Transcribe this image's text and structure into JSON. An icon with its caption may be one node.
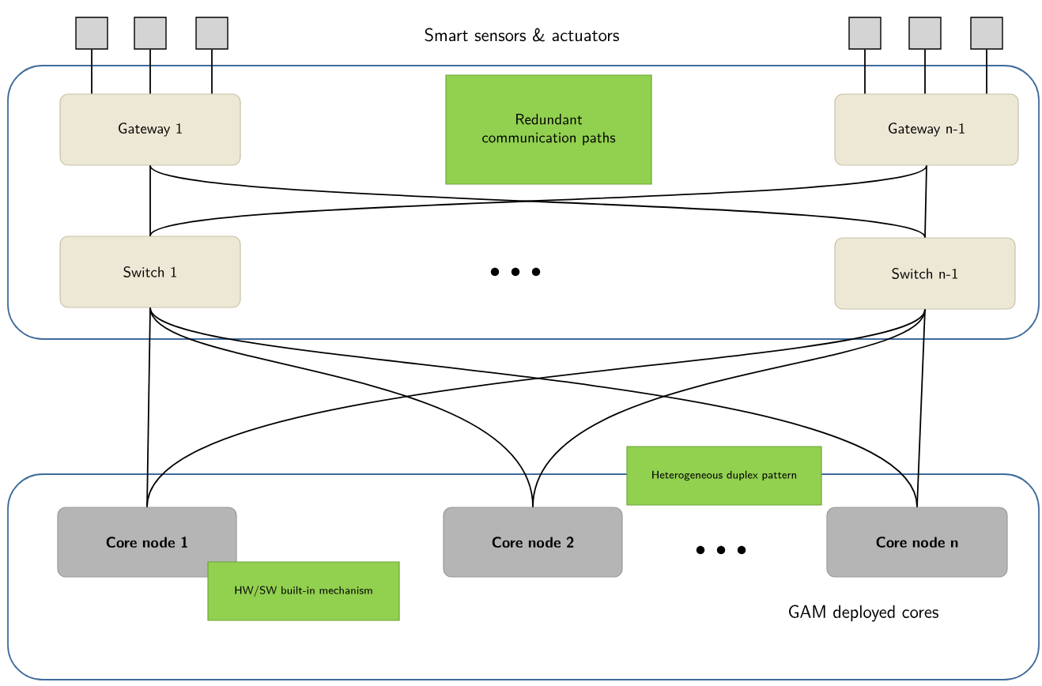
{
  "diagram": {
    "nodes": [
      {
        "text": [
          "Smart sensors & actuators"
        ]
      },
      {
        "text": [],
        "shape": "box"
      },
      {
        "text": [],
        "shape": "box"
      },
      {
        "text": [],
        "shape": "box"
      },
      {
        "text": [],
        "shape": "box"
      },
      {
        "text": [],
        "shape": "box"
      },
      {
        "text": [],
        "shape": "box"
      },
      {
        "text": [
          "Gateway 1"
        ],
        "in": 0
      },
      {
        "text": [
          "Redundant communication paths"
        ],
        "in": 0
      },
      {
        "text": [
          "Gateway n-1"
        ],
        "in": 0
      },
      {
        "text": [
          "Switch 1"
        ],
        "in": 0
      },
      {
        "text": [
          "Switch n-1"
        ],
        "in": 0
      },
      {
        "text": [
          "Heterogeneous duplex pattern"
        ]
      },
      {
        "text": [
          "GAM deployed cores"
        ]
      },
      {
        "text": [
          "Core node 1"
        ],
        "in": 13
      },
      {
        "text": [
          "HW/SW built-in mechanism"
        ],
        "in": 13
      },
      {
        "text": [
          "Core node 2"
        ],
        "in": 13
      },
      {
        "text": [
          "Core node n"
        ],
        "in": 13
      }
    ],
    "edges": [
      {
        "from": 1,
        "to": 7,
        "arrow": "none"
      },
      {
        "from": 2,
        "to": 7,
        "arrow": "none"
      },
      {
        "from": 3,
        "to": 7,
        "arrow": "none"
      },
      {
        "from": 4,
        "to": 9,
        "arrow": "none"
      },
      {
        "from": 5,
        "to": 9,
        "arrow": "none"
      },
      {
        "from": 6,
        "to": 9,
        "arrow": "none"
      },
      {
        "from": 7,
        "to": 10,
        "arrow": "none"
      },
      {
        "from": 7,
        "to": 11,
        "arrow": "none"
      },
      {
        "from": 9,
        "to": 10,
        "arrow": "none"
      },
      {
        "from": 9,
        "to": 11,
        "arrow": "none"
      },
      {
        "from": 10,
        "to": 14,
        "arrow": "none"
      },
      {
        "from": 10,
        "to": 16,
        "arrow": "none"
      },
      {
        "from": 10,
        "to": 17,
        "arrow": "none"
      },
      {
        "from": 11,
        "to": 14,
        "arrow": "none"
      },
      {
        "from": 11,
        "to": 16,
        "arrow": "none"
      },
      {
        "from": 11,
        "to": 17,
        "arrow": "none"
      }
    ]
  }
}
